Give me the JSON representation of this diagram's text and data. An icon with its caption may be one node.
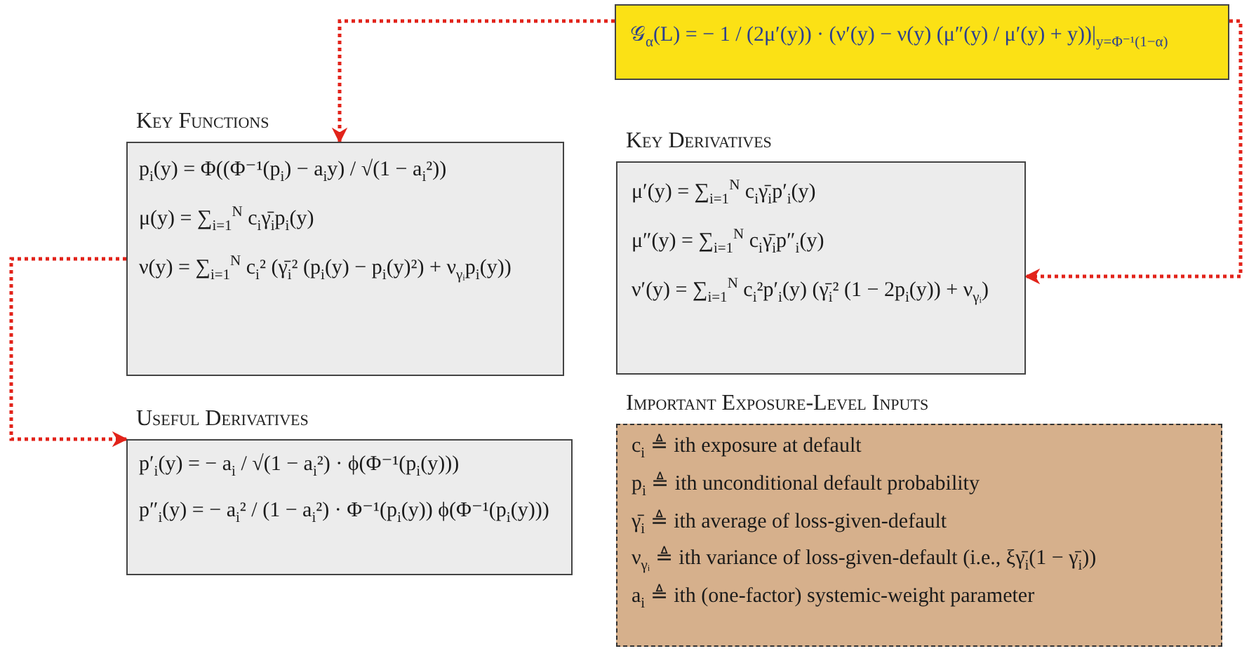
{
  "diagram": {
    "nodes": [
      {
        "text": [
          "𝒢$_{α}$(L) = − 1 / (2μ′(y)) · (ν′(y) − ν(y) (μ″(y) / μ′(y) + y))|$_{y=Φ⁻¹(1−α)}$"
        ]
      },
      {
        "text": [
          "Key Functions",
          "p$_{i}$(y) = Φ((Φ⁻¹(p$_{i}$) − a$_{i}$y) / √(1 − a$_{i}$²))",
          "μ(y) = ∑$_{i=1}$$^{N}$ c$_{i}$γ̄$_{i}$p$_{i}$(y)",
          "ν(y) = ∑$_{i=1}$$^{N}$ c$_{i}$² (γ̄$_{i}$² (p$_{i}$(y) − p$_{i}$(y)²) + ν$_{γᵢ}$p$_{i}$(y))"
        ]
      },
      {
        "text": [
          "Key Derivatives",
          "μ′(y) = ∑$_{i=1}$$^{N}$ c$_{i}$γ̄$_{i}$p′$_{i}$(y)",
          "μ″(y) = ∑$_{i=1}$$^{N}$ c$_{i}$γ̄$_{i}$p″$_{i}$(y)",
          "ν′(y) = ∑$_{i=1}$$^{N}$ c$_{i}$²p′$_{i}$(y) (γ̄$_{i}$² (1 − 2p$_{i}$(y)) + ν$_{γᵢ}$)"
        ]
      },
      {
        "text": [
          "Useful Derivatives",
          "p′$_{i}$(y) = − a$_{i}$ / √(1 − a$_{i}$²) · ϕ(Φ⁻¹(p$_{i}$(y)))",
          "p″$_{i}$(y) = − a$_{i}$² / (1 − a$_{i}$²) · Φ⁻¹(p$_{i}$(y)) ϕ(Φ⁻¹(p$_{i}$(y)))"
        ]
      },
      {
        "text": [
          "Important Exposure-Level Inputs",
          "c$_{i}$ ≜ ith exposure at default",
          "p$_{i}$ ≜ ith unconditional default probability",
          "γ̄$_{i}$ ≜ ith average of loss-given-default",
          "ν$_{γᵢ}$ ≜ ith variance of loss-given-default (i.e., ξγ̄$_{i}$(1 − γ̄$_{i}$))",
          "a$_{i}$ ≜ ith (one-factor) systemic-weight parameter"
        ]
      }
    ],
    "edges": [
      {
        "from": 0,
        "to": 1,
        "arrow": "to",
        "style": "dashed"
      },
      {
        "from": 0,
        "to": 2,
        "arrow": "to",
        "style": "dashed"
      },
      {
        "from": 1,
        "to": 3,
        "arrow": "to",
        "style": "dashed"
      }
    ]
  }
}
